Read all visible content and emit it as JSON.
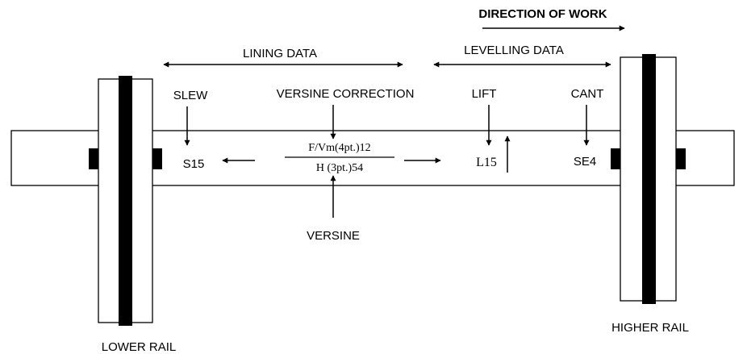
{
  "header": {
    "direction_of_work": "DIRECTION OF WORK"
  },
  "spans": {
    "lining_data": "LINING DATA",
    "levelling_data": "LEVELLING DATA"
  },
  "labels": {
    "slew": "SLEW",
    "versine_correction": "VERSINE CORRECTION",
    "lift": "LIFT",
    "cant": "CANT",
    "versine": "VERSINE",
    "lower_rail": "LOWER RAIL",
    "higher_rail": "HIGHER RAIL"
  },
  "markings": {
    "slew_value": "S15",
    "formula_numerator": "F/Vm(4pt.)12",
    "formula_denominator": "H (3pt.)54",
    "lift_value": "L15",
    "cant_value": "SE4"
  }
}
